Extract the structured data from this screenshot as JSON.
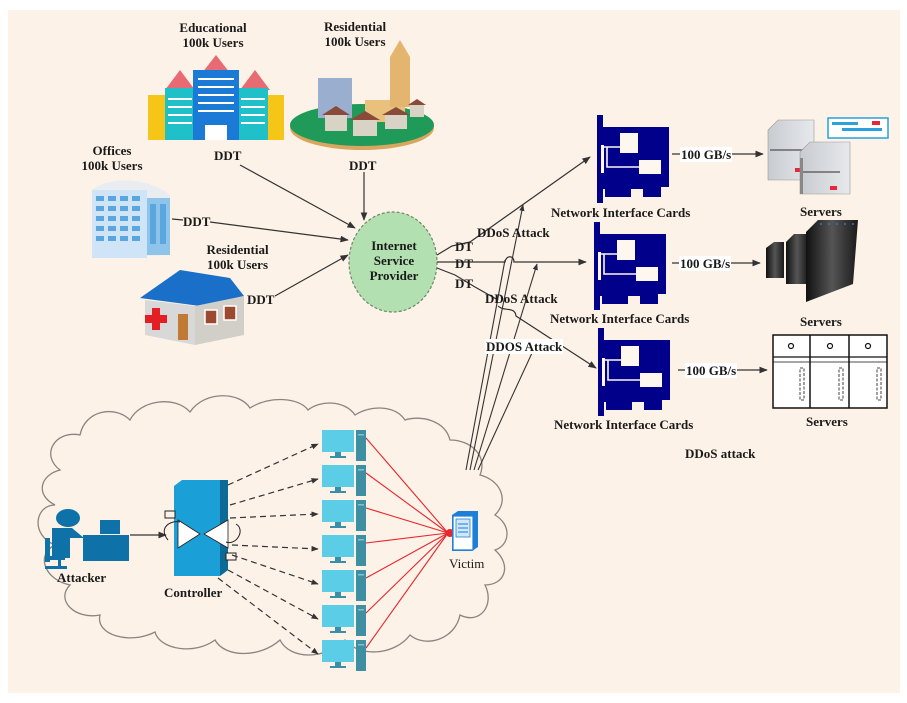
{
  "title": "DDoS attack",
  "sources": [
    {
      "id": "educational",
      "name": "Educational",
      "users": "100k Users",
      "link_label": "DDT"
    },
    {
      "id": "residential-top",
      "name": "Residential",
      "users": "100k Users",
      "link_label": "DDT"
    },
    {
      "id": "offices",
      "name": "Offices",
      "users": "100k Users",
      "link_label": "DDT"
    },
    {
      "id": "residential-bottom",
      "name": "Residential",
      "users": "100k Users",
      "link_label": "DDT"
    }
  ],
  "isp": {
    "line1": "Internet",
    "line2": "Service",
    "line3": "Provider"
  },
  "isp_outputs": [
    "DT",
    "DT",
    "DT"
  ],
  "attack_labels": [
    "DDoS Attack",
    "DDoS Attack",
    "DDOS Attack"
  ],
  "nics": [
    {
      "label": "Network Interface Cards",
      "throughput": "100 GB/s",
      "server_label": "Servers"
    },
    {
      "label": "Network Interface Cards",
      "throughput": "100 GB/s",
      "server_label": "Servers"
    },
    {
      "label": "Network Interface Cards",
      "throughput": "100 GB/s",
      "server_label": "Servers"
    }
  ],
  "botnet": {
    "attacker": "Attacker",
    "controller": "Controller",
    "victim": "Victim",
    "zombie_count": 7
  },
  "colors": {
    "background": "#fdf2e7",
    "nic_blue": "#00008b",
    "isp_green": "#b3e0b0",
    "attack_red": "#e8262b",
    "zombie_cyan": "#5bcde6",
    "controller_blue": "#1a9fd6"
  }
}
